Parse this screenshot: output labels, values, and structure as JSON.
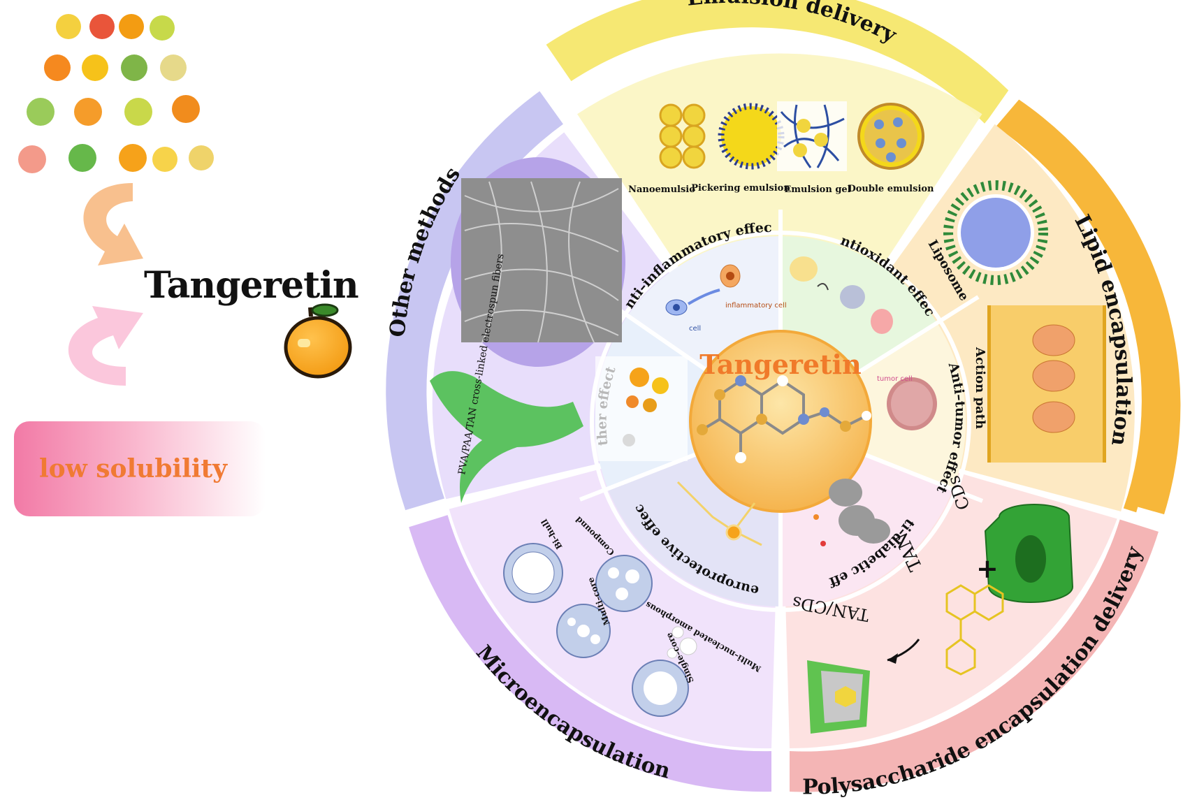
{
  "left_panel": {
    "title": "Tangeretin",
    "problem": "low solubility"
  },
  "center": {
    "title": "Tangeretin"
  },
  "inner_effects": {
    "anti_inflammatory": "Anti–inflammatory effect",
    "antioxidant": "Antioxidant effect",
    "anti_tumor": "Anti–tumor effect",
    "anti_diabetic": "Anti–diabetic effect",
    "neuroprotective": "Neuroprotective effect",
    "other_effects": "Other effects",
    "cell_label": "cell",
    "inflammatory_cell_label": "inflammatory cell",
    "tumor_cell_label": "tumor cell"
  },
  "outer_methods": {
    "emulsion_delivery": "Emulsion delivery",
    "lipid_encapsulation": "Lipid encapsulation",
    "polysaccharide": "Polysaccharide encapsulation delivery",
    "microencapsulation": "Microencapsulation",
    "other_methods": "Other methods"
  },
  "emulsion_types": {
    "nano": "Nanoemulsio",
    "pickering": "Pickering emulsion",
    "gel": "Emulsion gel",
    "double": "Double emulsion"
  },
  "lipid_labels": {
    "liposome": "Liposome",
    "action_path": "Action path"
  },
  "polysaccharide_labels": {
    "cds": "CDs",
    "tan": "TAN",
    "tan_cds": "TAN/CDs",
    "plus": "+"
  },
  "micro_labels": {
    "compound": "Compound",
    "bi_hull": "Bi–hull",
    "multi_core": "Multi–core",
    "multi_nucleated": "Multi–nucleated amorphous",
    "single_core": "Single–core"
  },
  "other_method_labels": {
    "fibers": "PVA/PAA/TAN cross-linked electrospun fibers"
  },
  "colors": {
    "emulsion": "#f6e873",
    "lipid": "#f7b73a",
    "polysaccharide": "#f4b5b5",
    "micro": "#cda6ef",
    "other": "#c8c6f2",
    "center": "#f7c05c",
    "title_orange": "#f07a2a"
  }
}
